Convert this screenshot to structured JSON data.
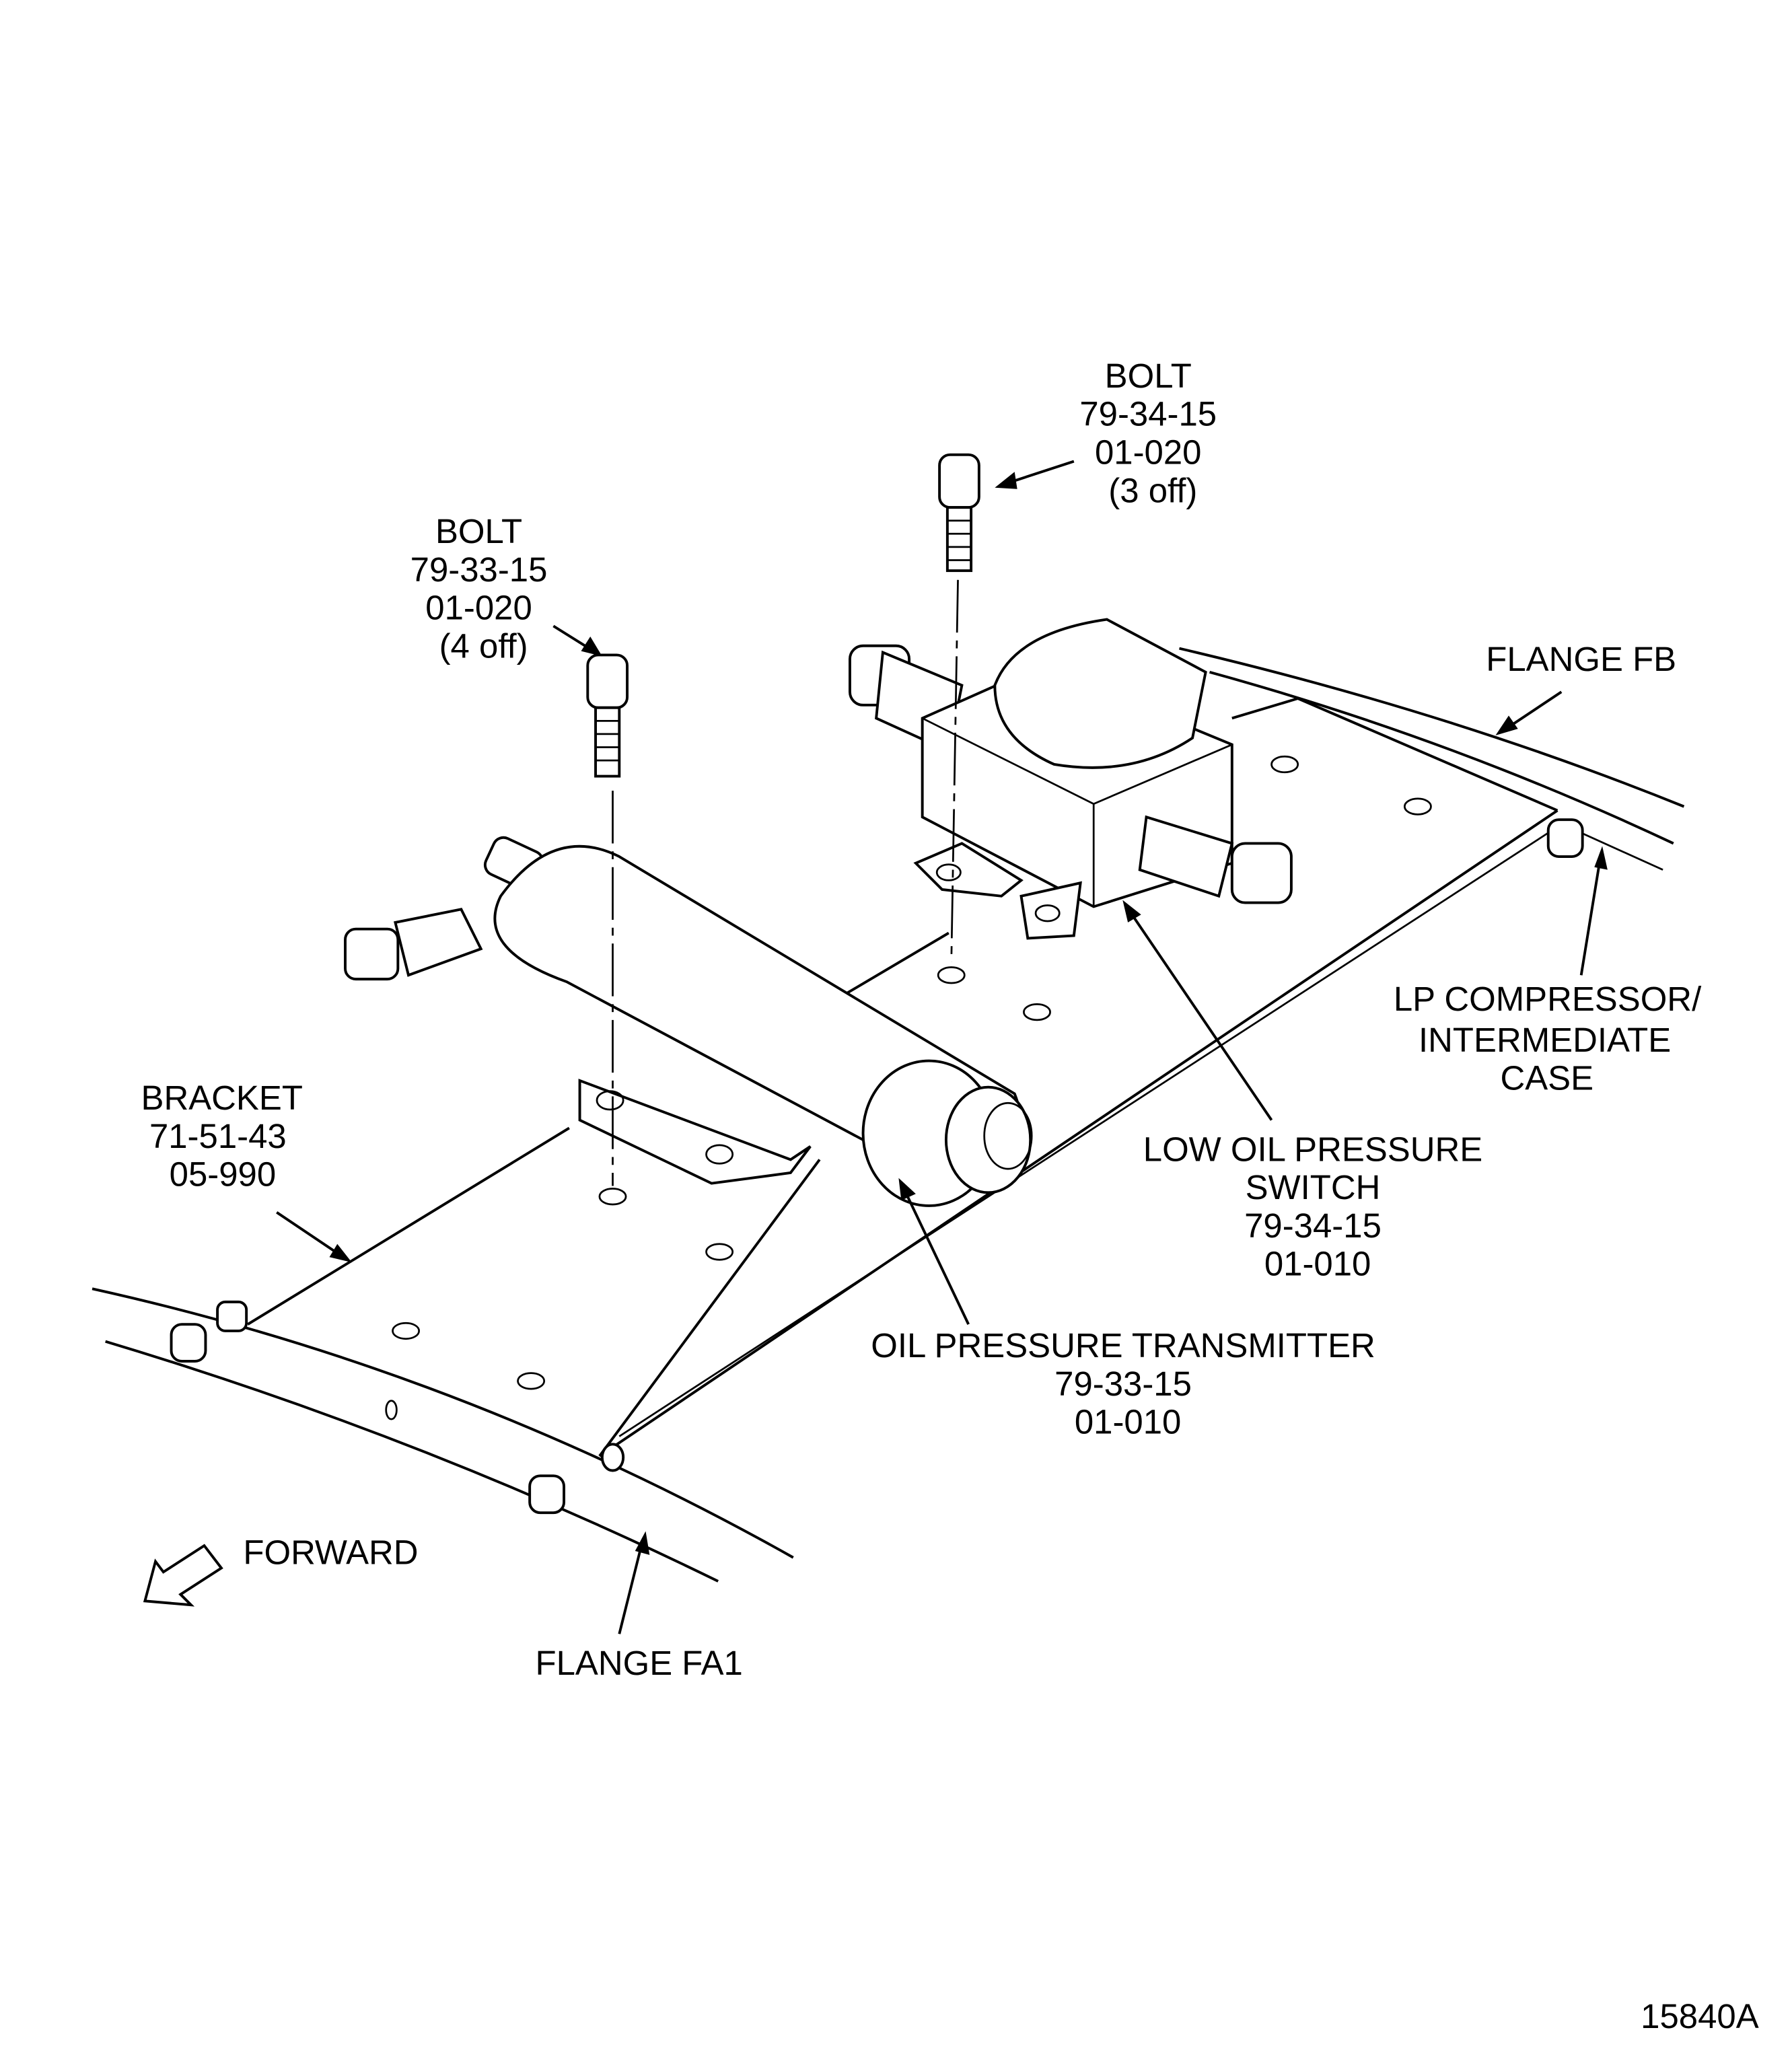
{
  "labels": {
    "bolt_upper": {
      "l1": "BOLT",
      "l2": "79-34-15",
      "l3": "01-020",
      "l4": "(3 off)"
    },
    "bolt_lower": {
      "l1": "BOLT",
      "l2": "79-33-15",
      "l3": "01-020",
      "l4": "(4 off)"
    },
    "flange_fb": "FLANGE FB",
    "lp_compressor": {
      "l1": "LP COMPRESSOR/",
      "l2": "INTERMEDIATE",
      "l3": "CASE"
    },
    "low_oil_switch": {
      "l1": "LOW OIL PRESSURE",
      "l2": "SWITCH",
      "l3": "79-34-15",
      "l4": "01-010"
    },
    "bracket": {
      "l1": "BRACKET",
      "l2": "71-51-43",
      "l3": "05-990"
    },
    "oil_transmitter": {
      "l1": "OIL PRESSURE TRANSMITTER",
      "l2": "79-33-15",
      "l3": "01-010"
    },
    "forward": "FORWARD",
    "flange_fa1": "FLANGE FA1",
    "figure_number": "15840A"
  }
}
